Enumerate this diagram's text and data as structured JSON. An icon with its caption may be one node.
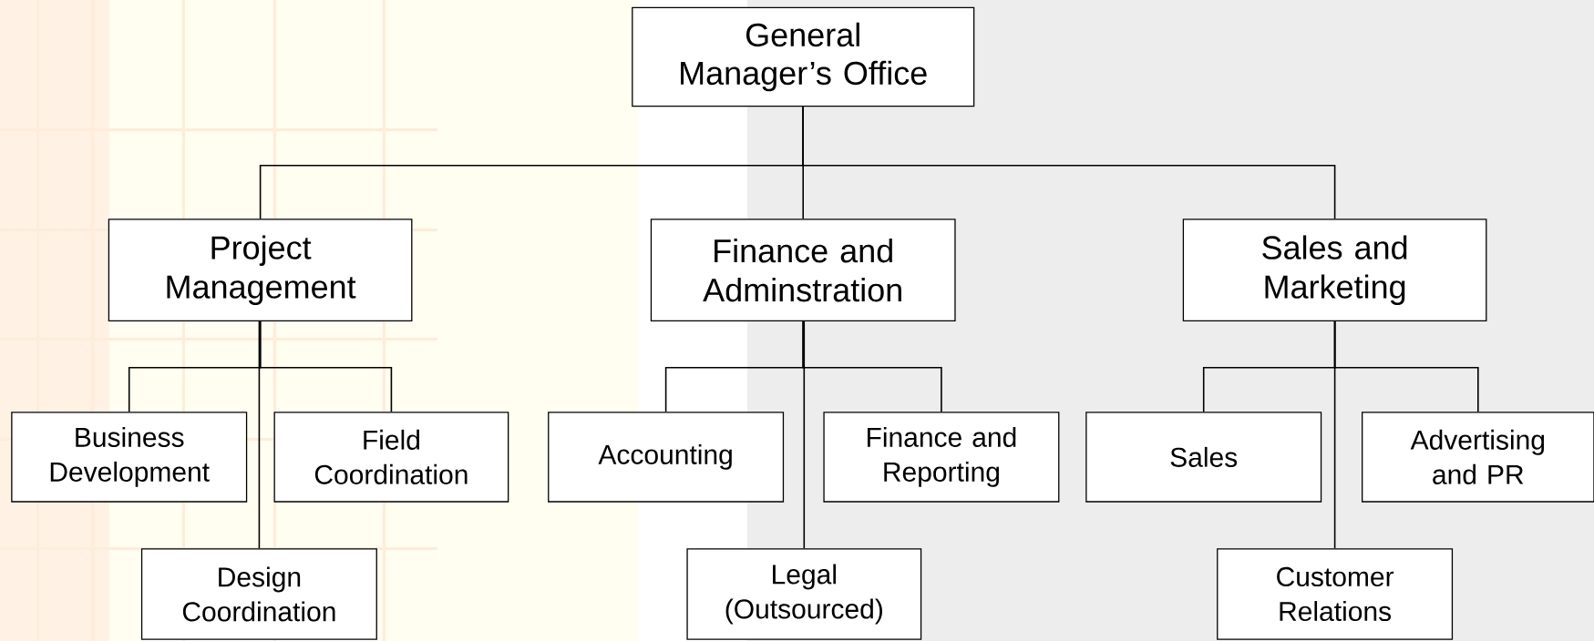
{
  "diagram": {
    "nodes": [
      {
        "text": [
          "General Manager’s Office"
        ]
      },
      {
        "text": [
          "Project Management"
        ]
      },
      {
        "text": [
          "Finance and Adminstration"
        ]
      },
      {
        "text": [
          "Sales and Marketing"
        ]
      },
      {
        "text": [
          "Business Development"
        ]
      },
      {
        "text": [
          "Field Coordination"
        ]
      },
      {
        "text": [
          "Design Coordination"
        ]
      },
      {
        "text": [
          "Accounting"
        ]
      },
      {
        "text": [
          "Finance and Reporting"
        ]
      },
      {
        "text": [
          "Legal (Outsourced)"
        ]
      },
      {
        "text": [
          "Sales"
        ]
      },
      {
        "text": [
          "Advertising and PR"
        ]
      },
      {
        "text": [
          "Customer Relations"
        ]
      }
    ],
    "edges": [
      {
        "from": 0,
        "to": 1,
        "arrow": "none"
      },
      {
        "from": 0,
        "to": 2,
        "arrow": "none"
      },
      {
        "from": 0,
        "to": 3,
        "arrow": "none"
      },
      {
        "from": 1,
        "to": 4,
        "arrow": "none"
      },
      {
        "from": 1,
        "to": 5,
        "arrow": "none"
      },
      {
        "from": 1,
        "to": 6,
        "arrow": "none"
      },
      {
        "from": 2,
        "to": 7,
        "arrow": "none"
      },
      {
        "from": 2,
        "to": 8,
        "arrow": "none"
      },
      {
        "from": 2,
        "to": 9,
        "arrow": "none"
      },
      {
        "from": 3,
        "to": 10,
        "arrow": "none"
      },
      {
        "from": 3,
        "to": 11,
        "arrow": "none"
      },
      {
        "from": 3,
        "to": 12,
        "arrow": "none"
      }
    ]
  }
}
